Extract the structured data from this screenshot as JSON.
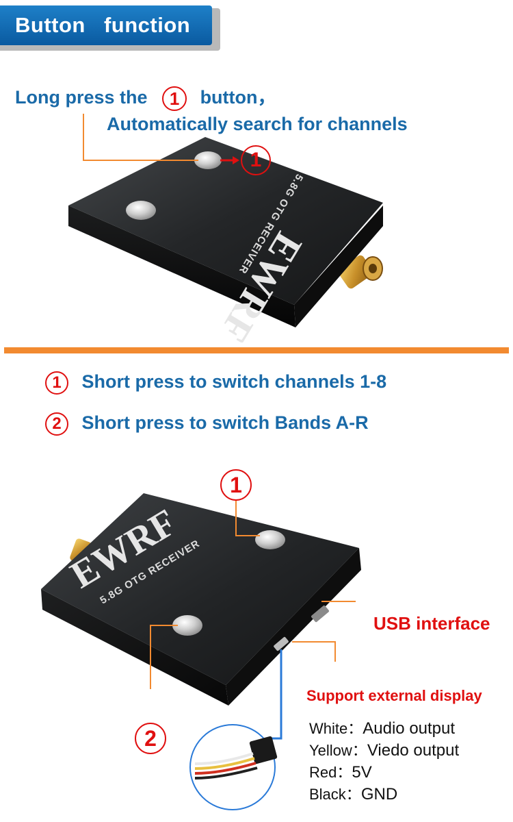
{
  "header": {
    "title": "Button function"
  },
  "section1": {
    "line1_before": "Long press the",
    "line1_num": "1",
    "line1_after": "button，",
    "line2": "Automatically search for channels",
    "callout_num": "1"
  },
  "device1": {
    "brand": "EWRF",
    "model": "5.8G OTG RECEIVER"
  },
  "section2": {
    "items": [
      {
        "num": "1",
        "text": "Short press to switch channels 1-8"
      },
      {
        "num": "2",
        "text": "Short press to switch Bands A-R"
      }
    ]
  },
  "device2": {
    "brand": "EWRF",
    "model": "5.8G OTG RECEIVER",
    "callout_top": "1",
    "callout_bottom": "2",
    "usb_label": "USB interface",
    "display_label": "Support external display",
    "pins": [
      {
        "color": "White",
        "sep": "：",
        "func": "Audio output"
      },
      {
        "color": "Yellow",
        "sep": "：",
        "func": "Viedo output"
      },
      {
        "color": "Red",
        "sep": "：",
        "func": "5V"
      },
      {
        "color": "Black",
        "sep": "：",
        "func": "GND"
      }
    ]
  },
  "colors": {
    "blue": "#1a6aa8",
    "red": "#e01010",
    "orange": "#f28a30",
    "banner": "#0a5aa0"
  }
}
